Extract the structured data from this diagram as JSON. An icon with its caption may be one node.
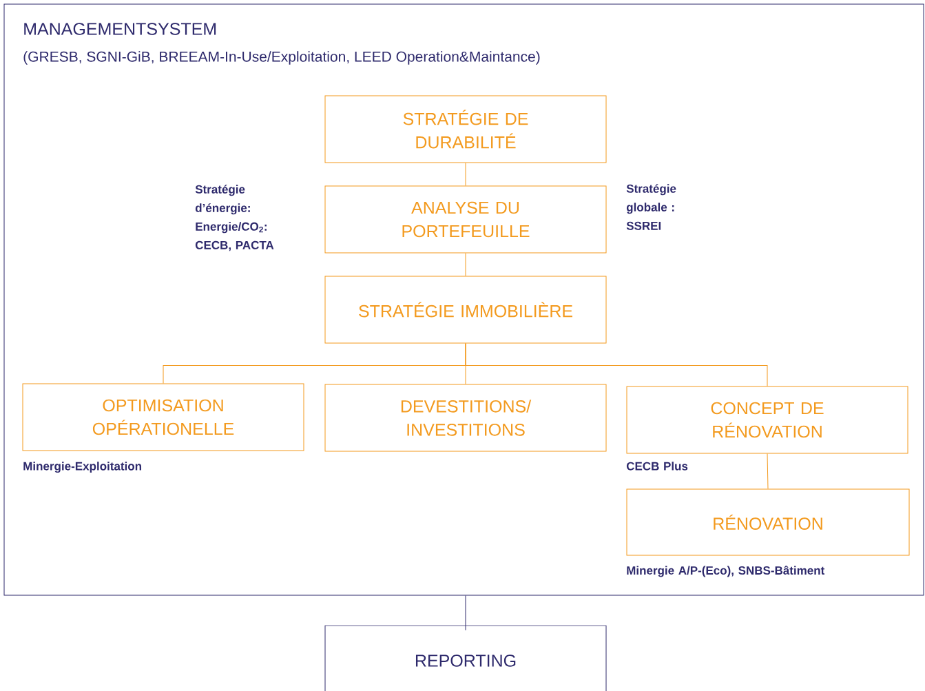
{
  "diagram": {
    "nodes": [
      {
        "text": [
          "MANAGEMENTSYSTEM",
          "(GRESB, SGNI-GiB, BREEAM-In-Use/Exploitation, LEED Operation&Maintance)"
        ]
      },
      {
        "text": [
          "STRATÉGIE DE DURABILITÉ"
        ],
        "in": 0
      },
      {
        "text": [
          "ANALYSE DU PORTEFEUILLE"
        ],
        "in": 0
      },
      {
        "text": [
          "STRATÉGIE IMMOBILIÈRE"
        ],
        "in": 0
      },
      {
        "text": [
          "OPTIMISATION OPÉRATIONELLE"
        ],
        "in": 0,
        "beside": [
          "Minergie-Exploitation"
        ]
      },
      {
        "text": [
          "DEVESTITIONS/ INVESTITIONS"
        ],
        "in": 0
      },
      {
        "text": [
          "CONCEPT DE RÉNOVATION"
        ],
        "in": 0,
        "beside": [
          "CECB Plus"
        ]
      },
      {
        "text": [
          "RÉNOVATION"
        ],
        "in": 0,
        "beside": [
          "Minergie A/P-(Eco), SNBS-Bâtiment"
        ]
      },
      {
        "text": [
          "REPORTING"
        ]
      }
    ],
    "edges": [
      {
        "from": 1,
        "to": 2,
        "arrow": "none"
      },
      {
        "from": 2,
        "to": 3,
        "arrow": "none"
      },
      {
        "from": 3,
        "to": 4,
        "arrow": "none"
      },
      {
        "from": 3,
        "to": 5,
        "arrow": "none"
      },
      {
        "from": 3,
        "to": 6,
        "arrow": "none"
      },
      {
        "from": 6,
        "to": 7,
        "arrow": "none"
      },
      {
        "from": 0,
        "to": 8,
        "arrow": "none",
        "color": "#2e2a6c"
      }
    ],
    "labels": [
      "Stratégie d’énergie: Energie/CO$_{2}$: CECB, PACTA",
      "Stratégie globale : SSREI"
    ]
  }
}
